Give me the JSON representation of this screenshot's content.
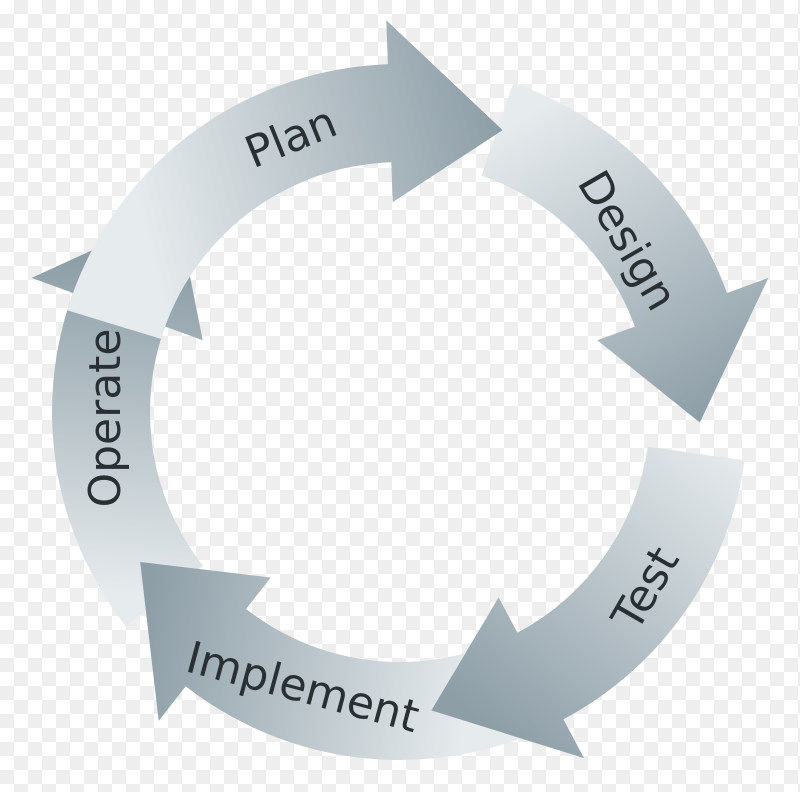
{
  "diagram": {
    "stages": [
      {
        "label": "Plan"
      },
      {
        "label": "Design"
      },
      {
        "label": "Test"
      },
      {
        "label": "Implement"
      },
      {
        "label": "Operate"
      }
    ]
  },
  "colors": {
    "arrow_light": "#e2e8ea",
    "arrow_dark": "#8fa0a8",
    "text": "#2a2f33",
    "checker": "#eeeeee"
  }
}
